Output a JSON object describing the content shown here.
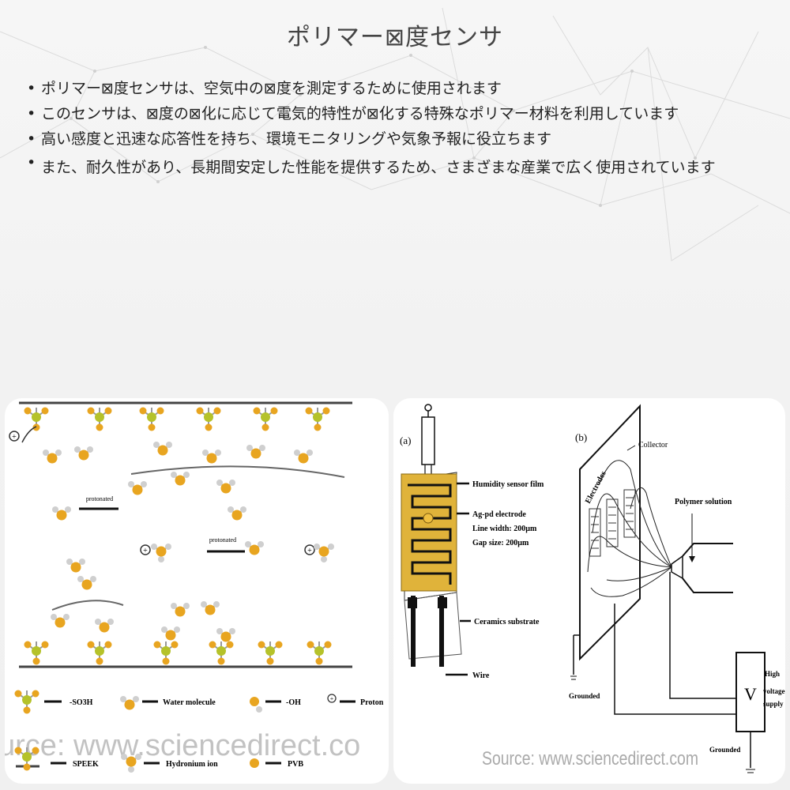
{
  "slide": {
    "title": "ポリマー⊠度センサ",
    "bullets": [
      "ポリマー⊠度センサは、空気中の⊠度を測定するために使用されます",
      "このセンサは、⊠度の⊠化に応じて電気的特性が⊠化する特殊なポリマー材料を利用しています",
      "高い感度と迅速な応答性を持ち、環境モニタリングや気象予報に役立ちます",
      "また、耐久性があり、長期間安定した性能を提供するため、さまざまな産業で広く使用されています"
    ],
    "bullet_symbol": "•"
  },
  "left_figure": {
    "arrow_label_1": "protonated",
    "arrow_label_2": "protonated",
    "legend": {
      "so3h": "-SO3H",
      "water": "Water molecule",
      "oh": "-OH",
      "proton": "Proton",
      "speek": "SPEEK",
      "hydronium": "Hydronium ion",
      "pvb": "PVB"
    },
    "watermark": "urce: www.sciencedirect.co",
    "colors": {
      "sulfur": "#b5c22a",
      "oxygen": "#e8a520",
      "hydrogen": "#cfcfcf"
    }
  },
  "right_figure": {
    "label_a": "(a)",
    "label_b": "(b)",
    "a_labels": {
      "film": "Humidity sensor film",
      "electrode": "Ag-pd electrode",
      "line_width": "Line width: 200µm",
      "gap_size": "Gap size: 200µm",
      "substrate": "Ceramics substrate",
      "wire": "Wire"
    },
    "b_labels": {
      "collector": "Collector",
      "electrodes": "Electrodes",
      "polymer_solution": "Polymer solution",
      "grounded_1": "Grounded",
      "grounded_2": "Grounded",
      "v": "V",
      "high": "High",
      "voltage": "voltage",
      "supply": "supply"
    },
    "watermark": "Source: www.sciencedirect.com",
    "colors": {
      "film": "#e0b33a",
      "line": "#111111"
    }
  }
}
